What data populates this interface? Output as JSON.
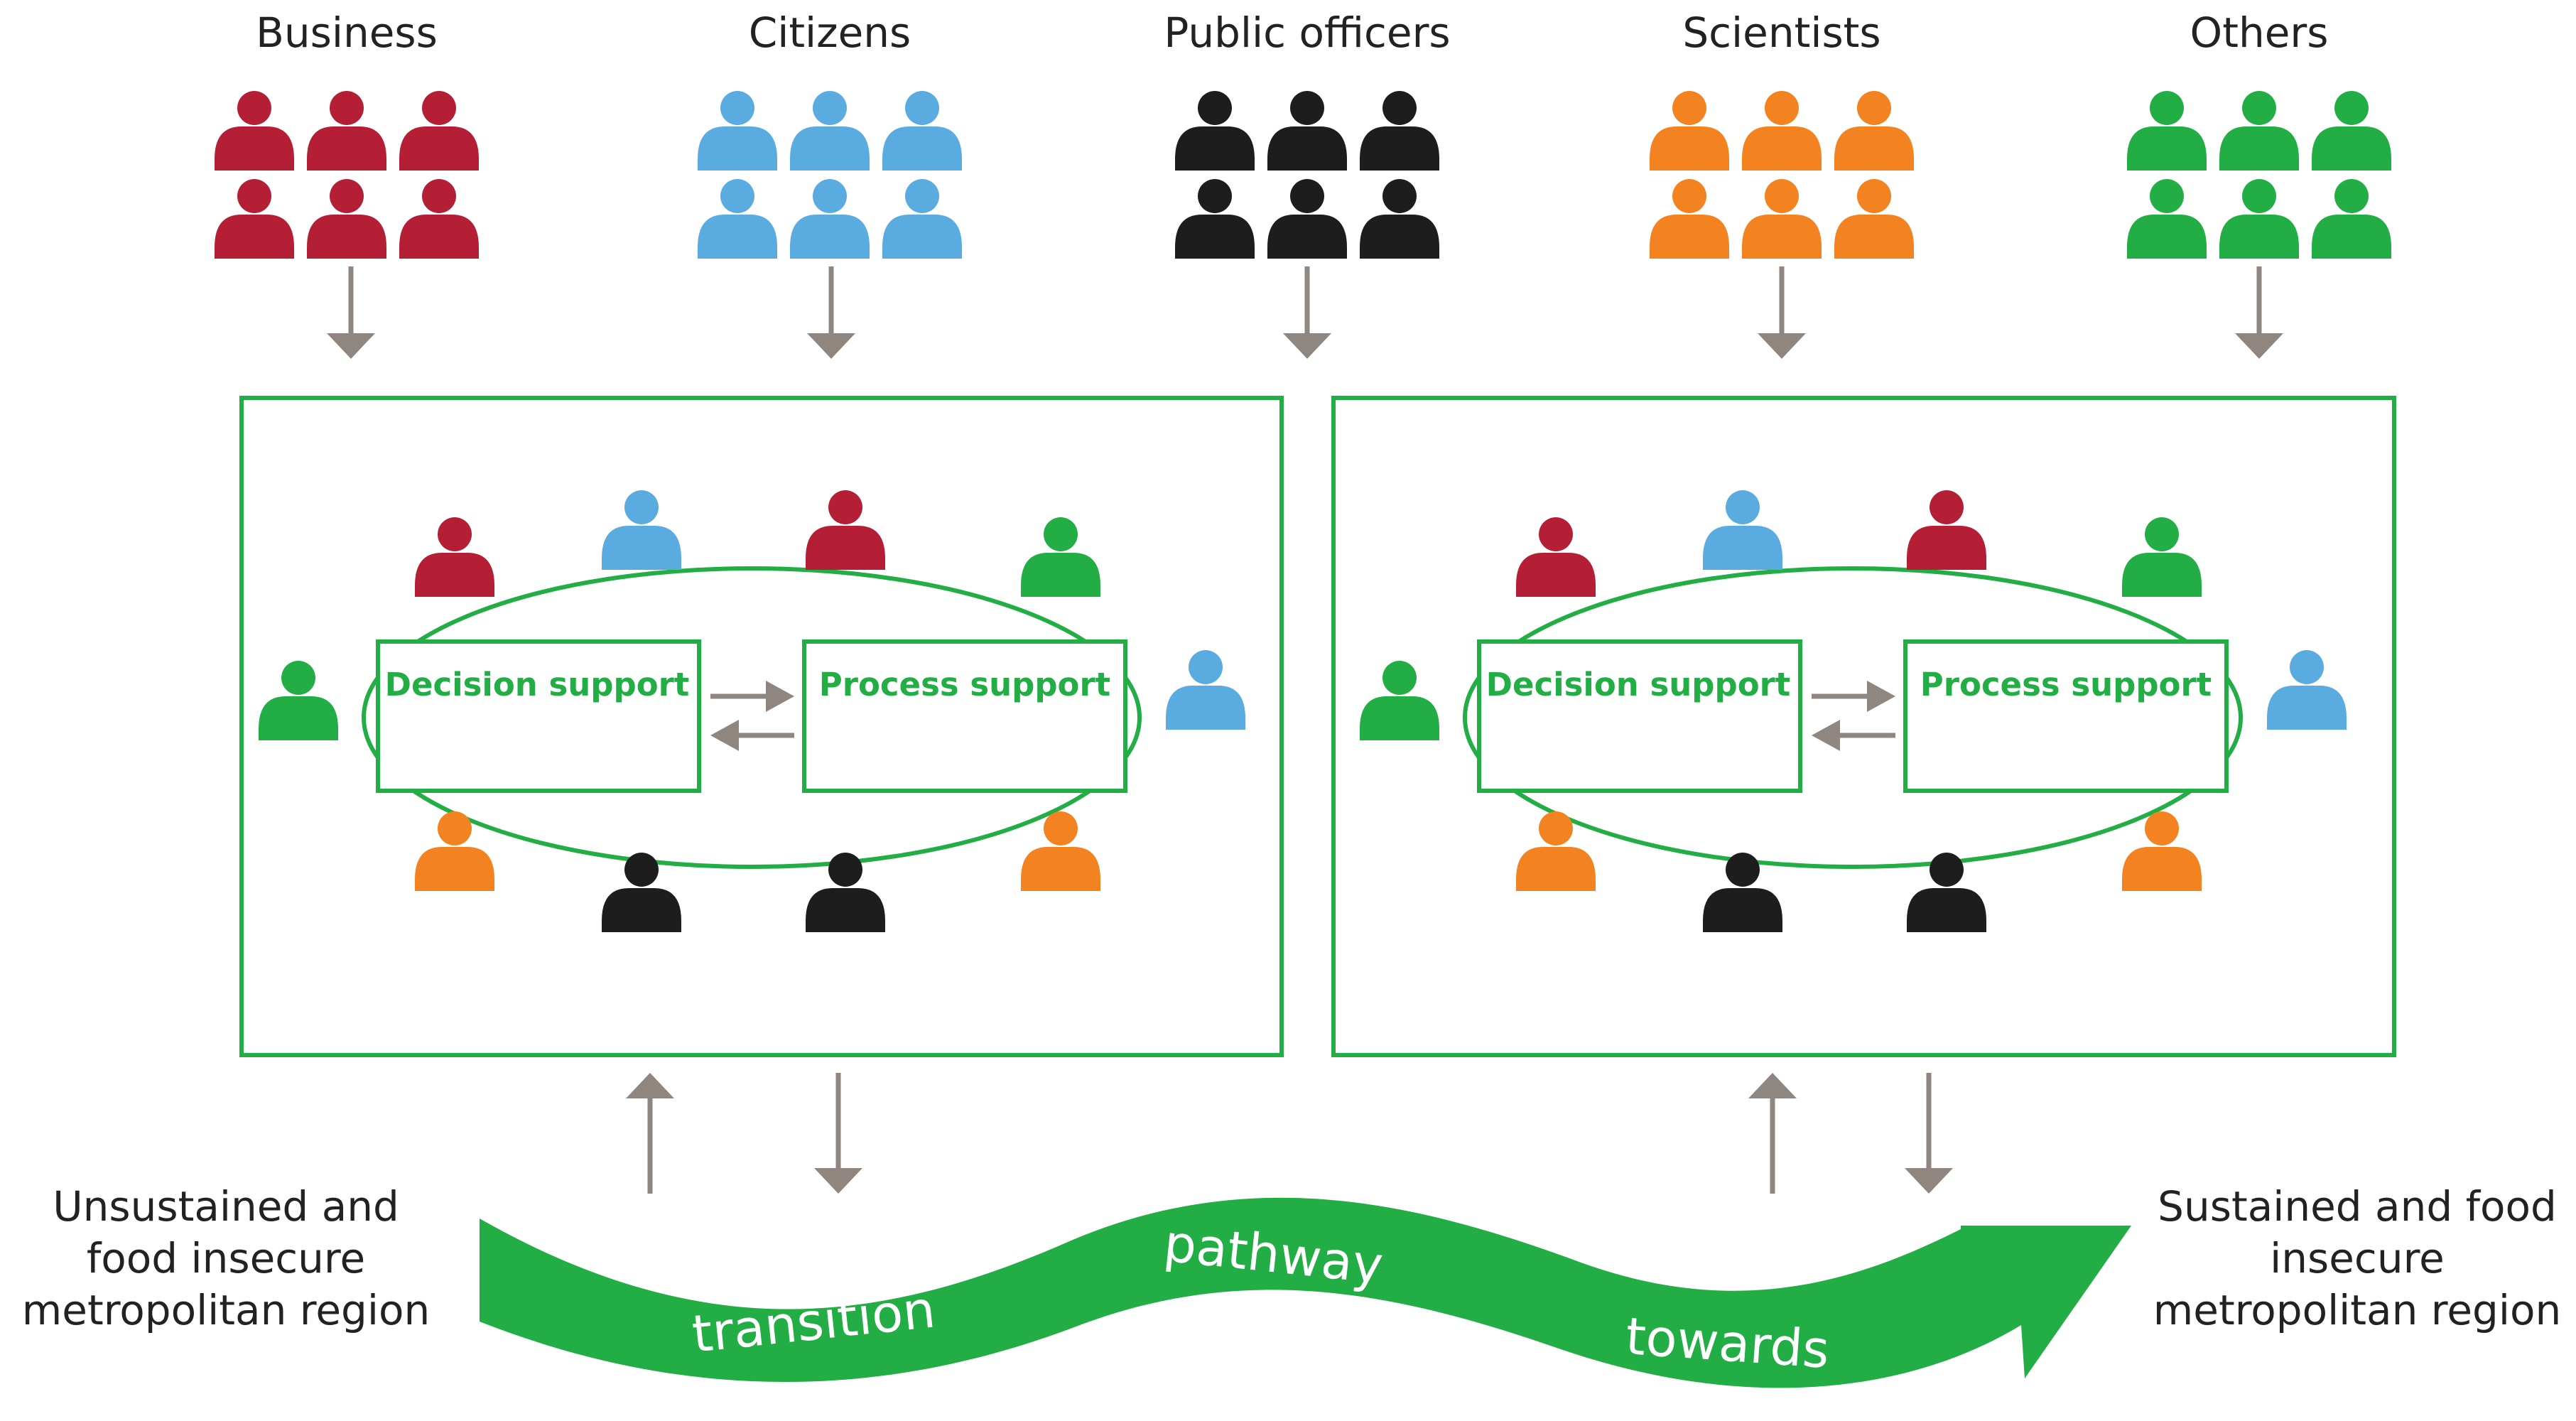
{
  "groups": [
    {
      "label": "Business",
      "color": "#b51f36"
    },
    {
      "label": "Citizens",
      "color": "#5aabe0"
    },
    {
      "label": "Public officers",
      "color": "#1d1d1d"
    },
    {
      "label": "Scientists",
      "color": "#f38220"
    },
    {
      "label": "Others",
      "color": "#22ad45"
    }
  ],
  "panels": [
    {
      "decision_label": "Decision support",
      "process_label": "Process support"
    },
    {
      "decision_label": "Decision support",
      "process_label": "Process support"
    }
  ],
  "start_label": "Unsustained and food insecure metropolitan region",
  "end_label": "Sustained and food insecure metropolitan region",
  "pathway_words": {
    "w1": "transition",
    "w2": "pathway",
    "w3": "towards"
  },
  "colors": {
    "green": "#22ad45",
    "arrow_gray": "#8f8680"
  }
}
